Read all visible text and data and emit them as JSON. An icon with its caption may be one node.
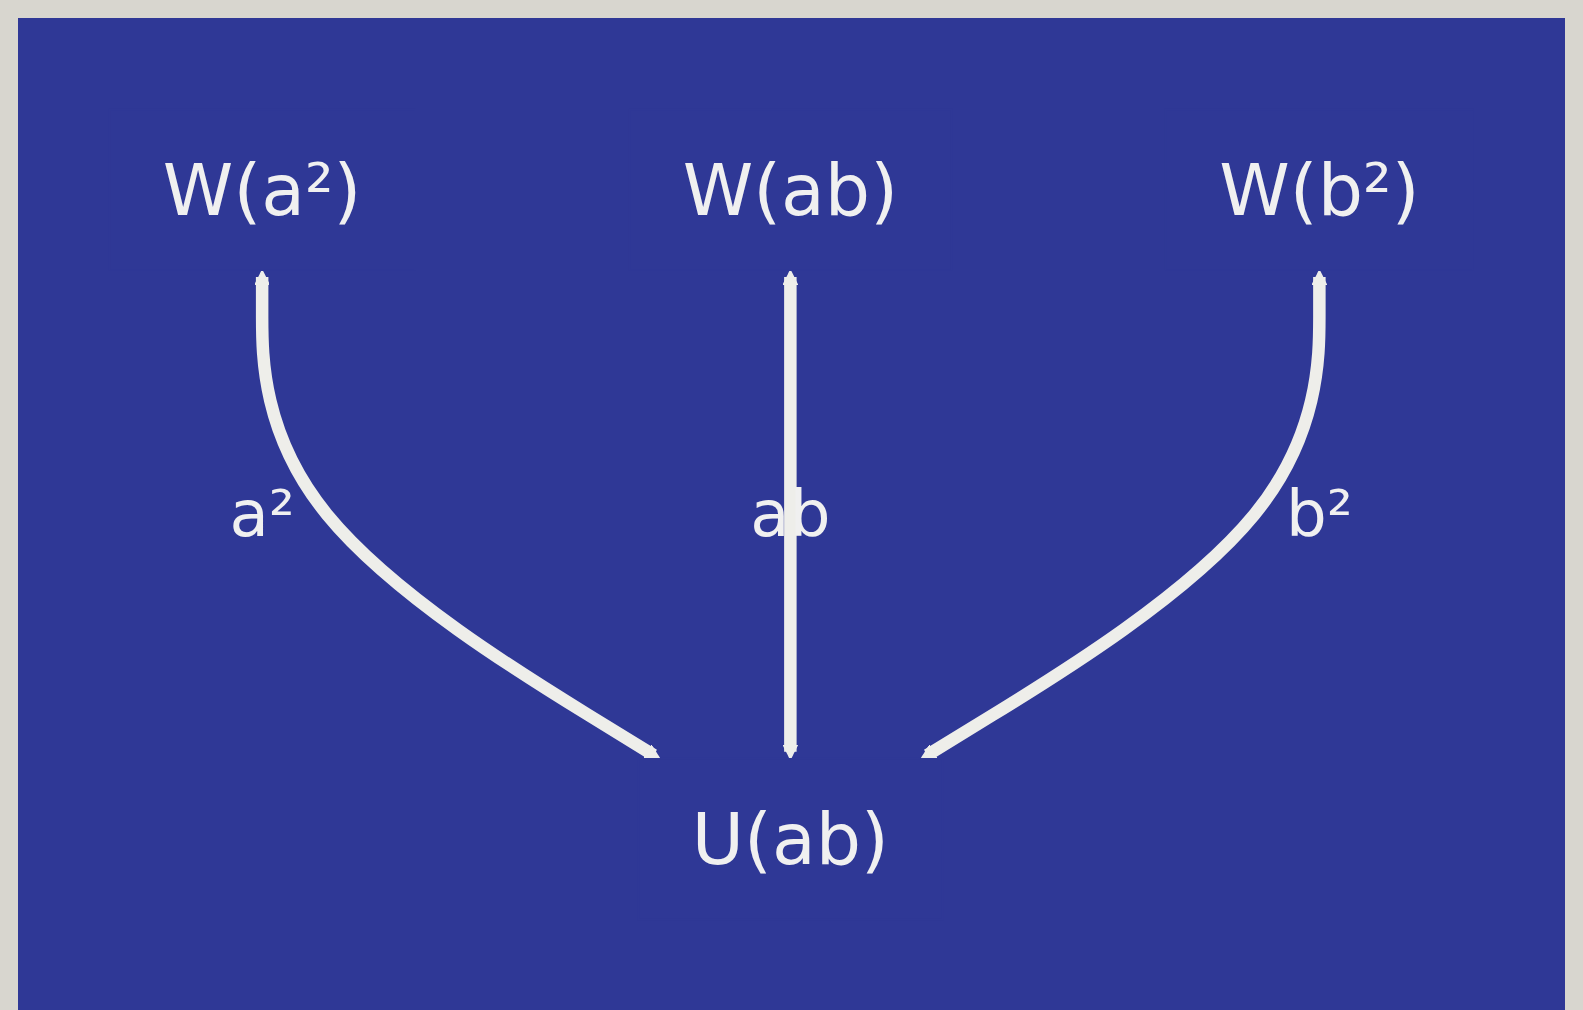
{
  "diagram": {
    "nodes": [
      {
        "text": [
          "W(a²)"
        ]
      },
      {
        "text": [
          "W(ab)"
        ]
      },
      {
        "text": [
          "W(b²)"
        ]
      },
      {
        "text": [
          "U(ab)"
        ]
      }
    ],
    "edges": [
      {
        "from": 0,
        "to": 3,
        "arrow": "both",
        "label": "a²"
      },
      {
        "from": 1,
        "to": 3,
        "arrow": "both",
        "label": "ab"
      },
      {
        "from": 2,
        "to": 3,
        "arrow": "both",
        "label": "b²"
      }
    ]
  }
}
